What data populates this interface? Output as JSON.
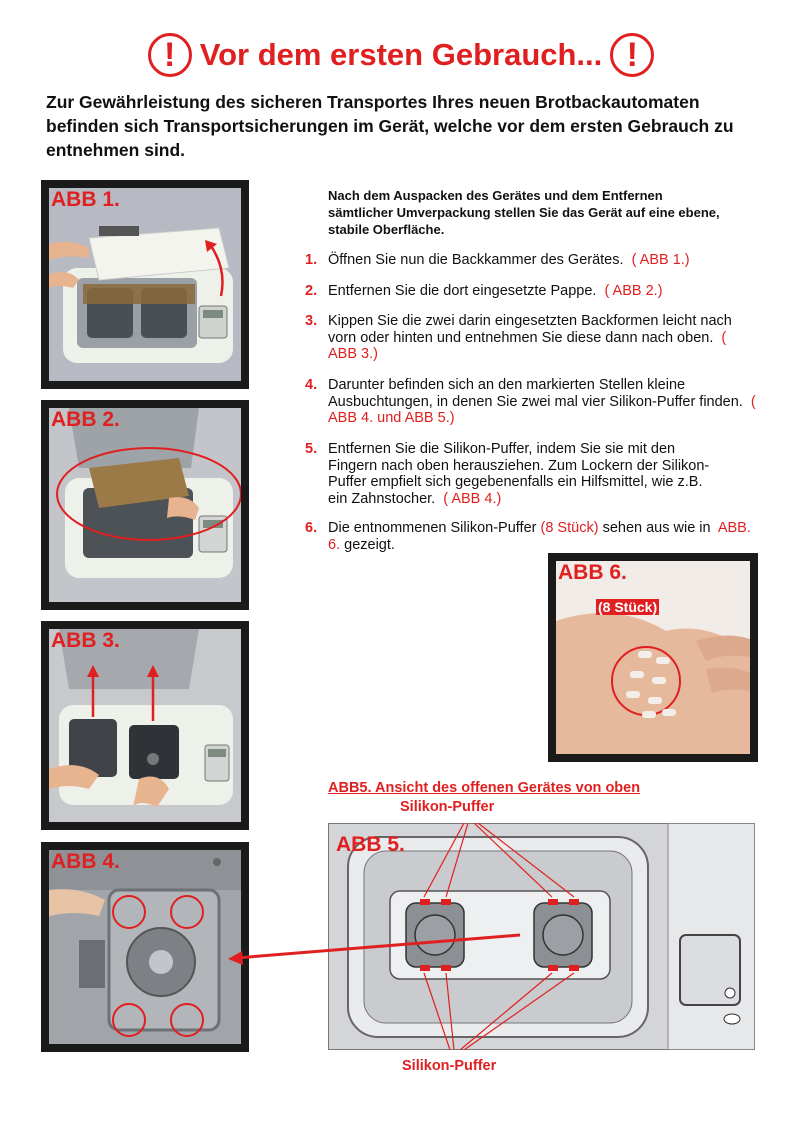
{
  "header": {
    "title": "Vor dem ersten Gebrauch...",
    "warning_glyph": "!"
  },
  "intro": "Zur Gewährleistung des sicheren Transportes Ihres neuen Brotbackautomaten befinden sich Transportsicherungen im Gerät, welche vor dem ersten Gebrauch zu entnehmen sind.",
  "figures": {
    "abb1": "ABB 1.",
    "abb2": "ABB 2.",
    "abb3": "ABB 3.",
    "abb4": "ABB 4.",
    "abb5": "ABB 5.",
    "abb6": "ABB 6.",
    "abb6_count": "(8 Stück)"
  },
  "instructions": {
    "lead": "Nach dem Auspacken des Gerätes und dem Entfernen sämtlicher Umverpackung stellen Sie das Gerät auf eine ebene, stabile Oberfläche.",
    "steps": [
      {
        "num": "1.",
        "text": "Öffnen Sie nun die Backkammer des Gerätes.",
        "ref": "( ABB 1.)"
      },
      {
        "num": "2.",
        "text": "Entfernen Sie die dort eingesetzte Pappe.",
        "ref": "( ABB 2.)"
      },
      {
        "num": "3.",
        "text": "Kippen Sie die zwei darin eingesetzten Backformen leicht nach vorn oder hinten und entnehmen Sie diese dann nach oben.",
        "ref": "( ABB 3.)"
      },
      {
        "num": "4.",
        "text": "Darunter befinden sich an den markierten Stellen kleine Ausbuchtungen, in denen Sie zwei mal vier Silikon-Puffer finden.",
        "ref": "( ABB 4. und ABB 5.)"
      },
      {
        "num": "5.",
        "text": "Entfernen Sie die Silikon-Puffer, indem Sie sie mit den Fingern nach oben herausziehen. Zum Lockern der Silikon-Puffer empfielt sich gegebenenfalls ein Hilfsmittel, wie z.B. ein Zahnstocher.",
        "ref": "( ABB 4.)"
      },
      {
        "num": "6.",
        "text_a": "Die entnommenen Silikon-Puffer",
        "count": "(8 Stück)",
        "text_b": "sehen aus wie in",
        "ref": "ABB. 6.",
        "text_c": "gezeigt."
      }
    ]
  },
  "abb5_section": {
    "caption": "ABB5. Ansicht des offenen Gerätes von oben",
    "label_top": "Silikon-Puffer",
    "label_bottom": "Silikon-Puffer"
  },
  "colors": {
    "accent_red": "#e02020",
    "frame": "#1a1a1a"
  }
}
